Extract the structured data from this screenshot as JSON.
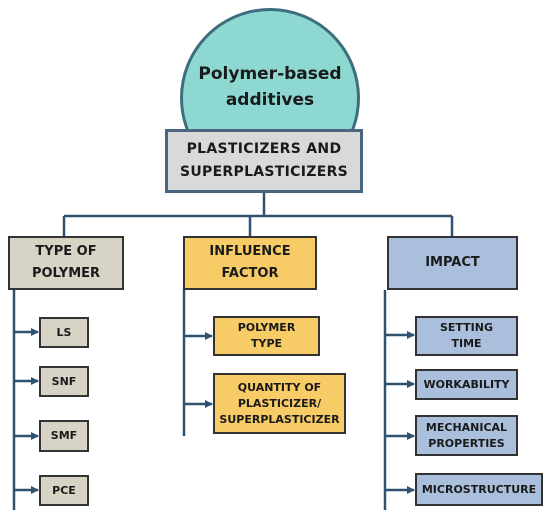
{
  "root": {
    "line1": "Polymer-based",
    "line2": "additives"
  },
  "main": {
    "line1": "PLASTICIZERS AND",
    "line2": "SUPERPLASTICIZERS"
  },
  "categories": {
    "type": {
      "line1": "TYPE OF",
      "line2": "POLYMER"
    },
    "influence": {
      "line1": "INFLUENCE",
      "line2": "FACTOR"
    },
    "impact": {
      "line1": "IMPACT"
    }
  },
  "type_items": [
    "LS",
    "SNF",
    "SMF",
    "PCE"
  ],
  "influence_items": [
    {
      "line1": "POLYMER",
      "line2": "TYPE"
    },
    {
      "line1": "QUANTITY OF",
      "line2": "PLASTICIZER/",
      "line3": "SUPERPLASTICIZER"
    }
  ],
  "impact_items": [
    {
      "line1": "SETTING",
      "line2": "TIME"
    },
    {
      "line1": "WORKABILITY"
    },
    {
      "line1": "MECHANICAL",
      "line2": "PROPERTIES"
    },
    {
      "line1": "MICROSTRUCTURE"
    }
  ],
  "colors": {
    "circle_fill": "#8ed8d2",
    "main_fill": "#d9d9d9",
    "type_fill": "#d8d4c5",
    "influence_fill": "#f7cb66",
    "impact_fill": "#a9bfdc",
    "connector": "#2f5270"
  }
}
